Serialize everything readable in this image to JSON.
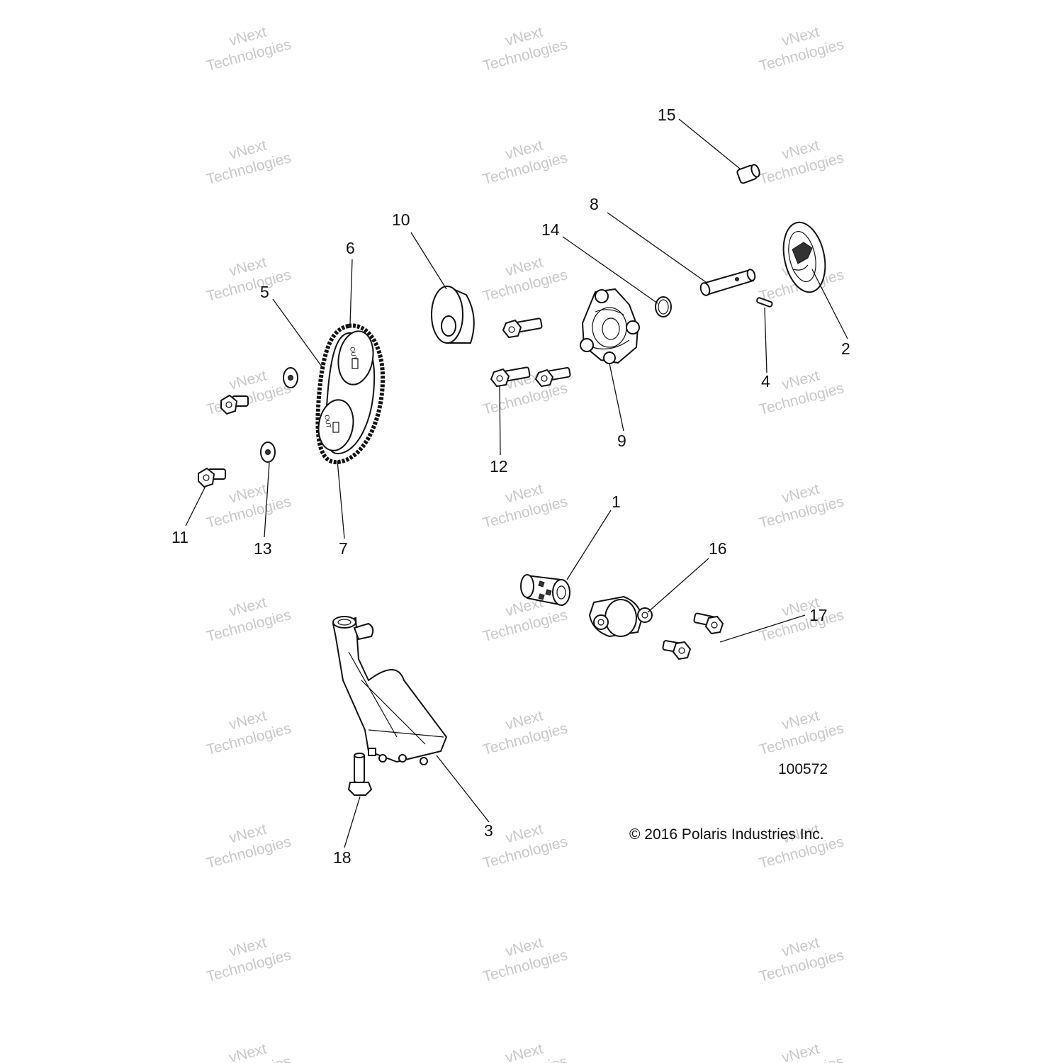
{
  "diagram": {
    "figure_number": "100572",
    "copyright": "© 2016 Polaris Industries Inc.",
    "watermark": {
      "line1": "vNext",
      "line2": "Technologies"
    },
    "callouts": [
      "1",
      "2",
      "3",
      "4",
      "5",
      "6",
      "7",
      "8",
      "9",
      "10",
      "11",
      "12",
      "13",
      "14",
      "15",
      "16",
      "17",
      "18"
    ]
  }
}
